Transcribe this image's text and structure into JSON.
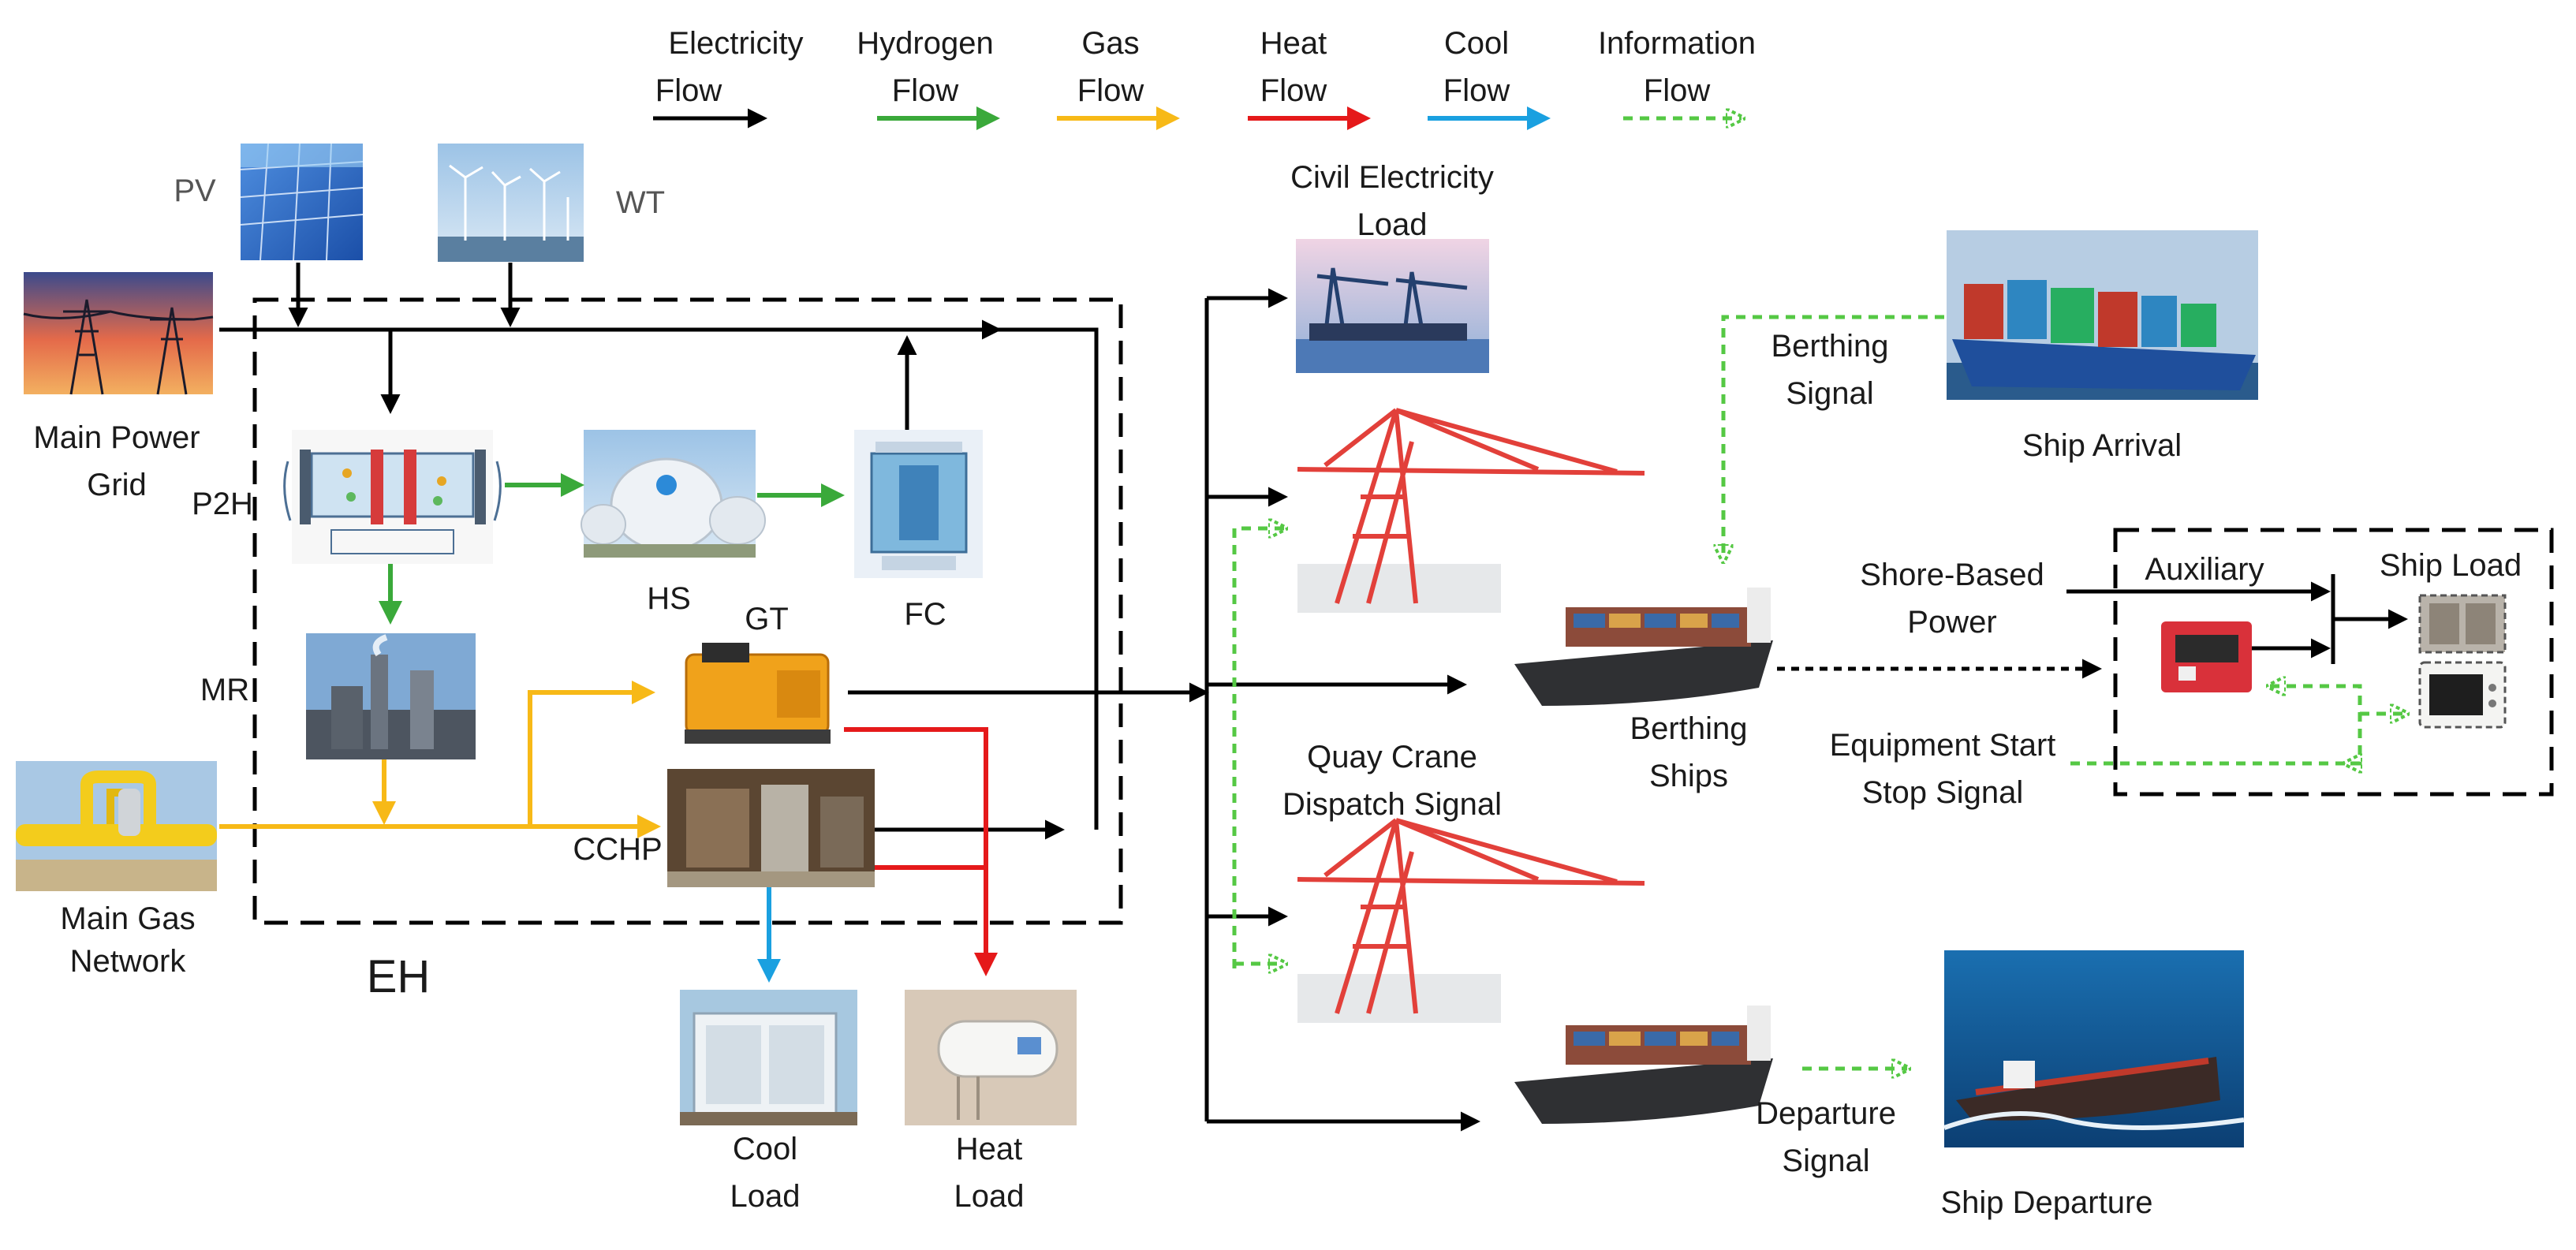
{
  "legend": {
    "electricity": [
      "Electricity",
      "Flow"
    ],
    "hydrogen": [
      "Hydrogen",
      "Flow"
    ],
    "gas": [
      "Gas",
      "Flow"
    ],
    "heat": [
      "Heat",
      "Flow"
    ],
    "cool": [
      "Cool",
      "Flow"
    ],
    "information": [
      "Information",
      "Flow"
    ]
  },
  "colors": {
    "electricity": "#000000",
    "hydrogen": "#3aa93a",
    "gas": "#f7b917",
    "heat": "#e5191a",
    "cool": "#1aa0e0",
    "information": "#55c844"
  },
  "labels": {
    "pv": "PV",
    "wt": "WT",
    "main_power_grid": [
      "Main Power",
      "Grid"
    ],
    "p2h": "P2H",
    "hs": "HS",
    "gt": "GT",
    "fc": "FC",
    "mr": "MR",
    "cchp": "CCHP",
    "main_gas_network": [
      "Main Gas",
      "Network"
    ],
    "eh": "EH",
    "cool_load": [
      "Cool",
      "Load"
    ],
    "heat_load": [
      "Heat",
      "Load"
    ],
    "civil_electricity_load": [
      "Civil Electricity",
      "Load"
    ],
    "quay_crane_dispatch_signal": [
      "Quay Crane",
      "Dispatch Signal"
    ],
    "berthing_ships": [
      "Berthing",
      "Ships"
    ],
    "berthing_signal": [
      "Berthing",
      "Signal"
    ],
    "ship_arrival": "Ship Arrival",
    "shore_based_power": [
      "Shore-Based",
      "Power"
    ],
    "auxiliary": "Auxiliary",
    "ship_load": "Ship Load",
    "equipment_start_stop_signal": [
      "Equipment Start",
      "Stop Signal"
    ],
    "departure_signal": [
      "Departure",
      "Signal"
    ],
    "ship_departure": "Ship Departure"
  }
}
